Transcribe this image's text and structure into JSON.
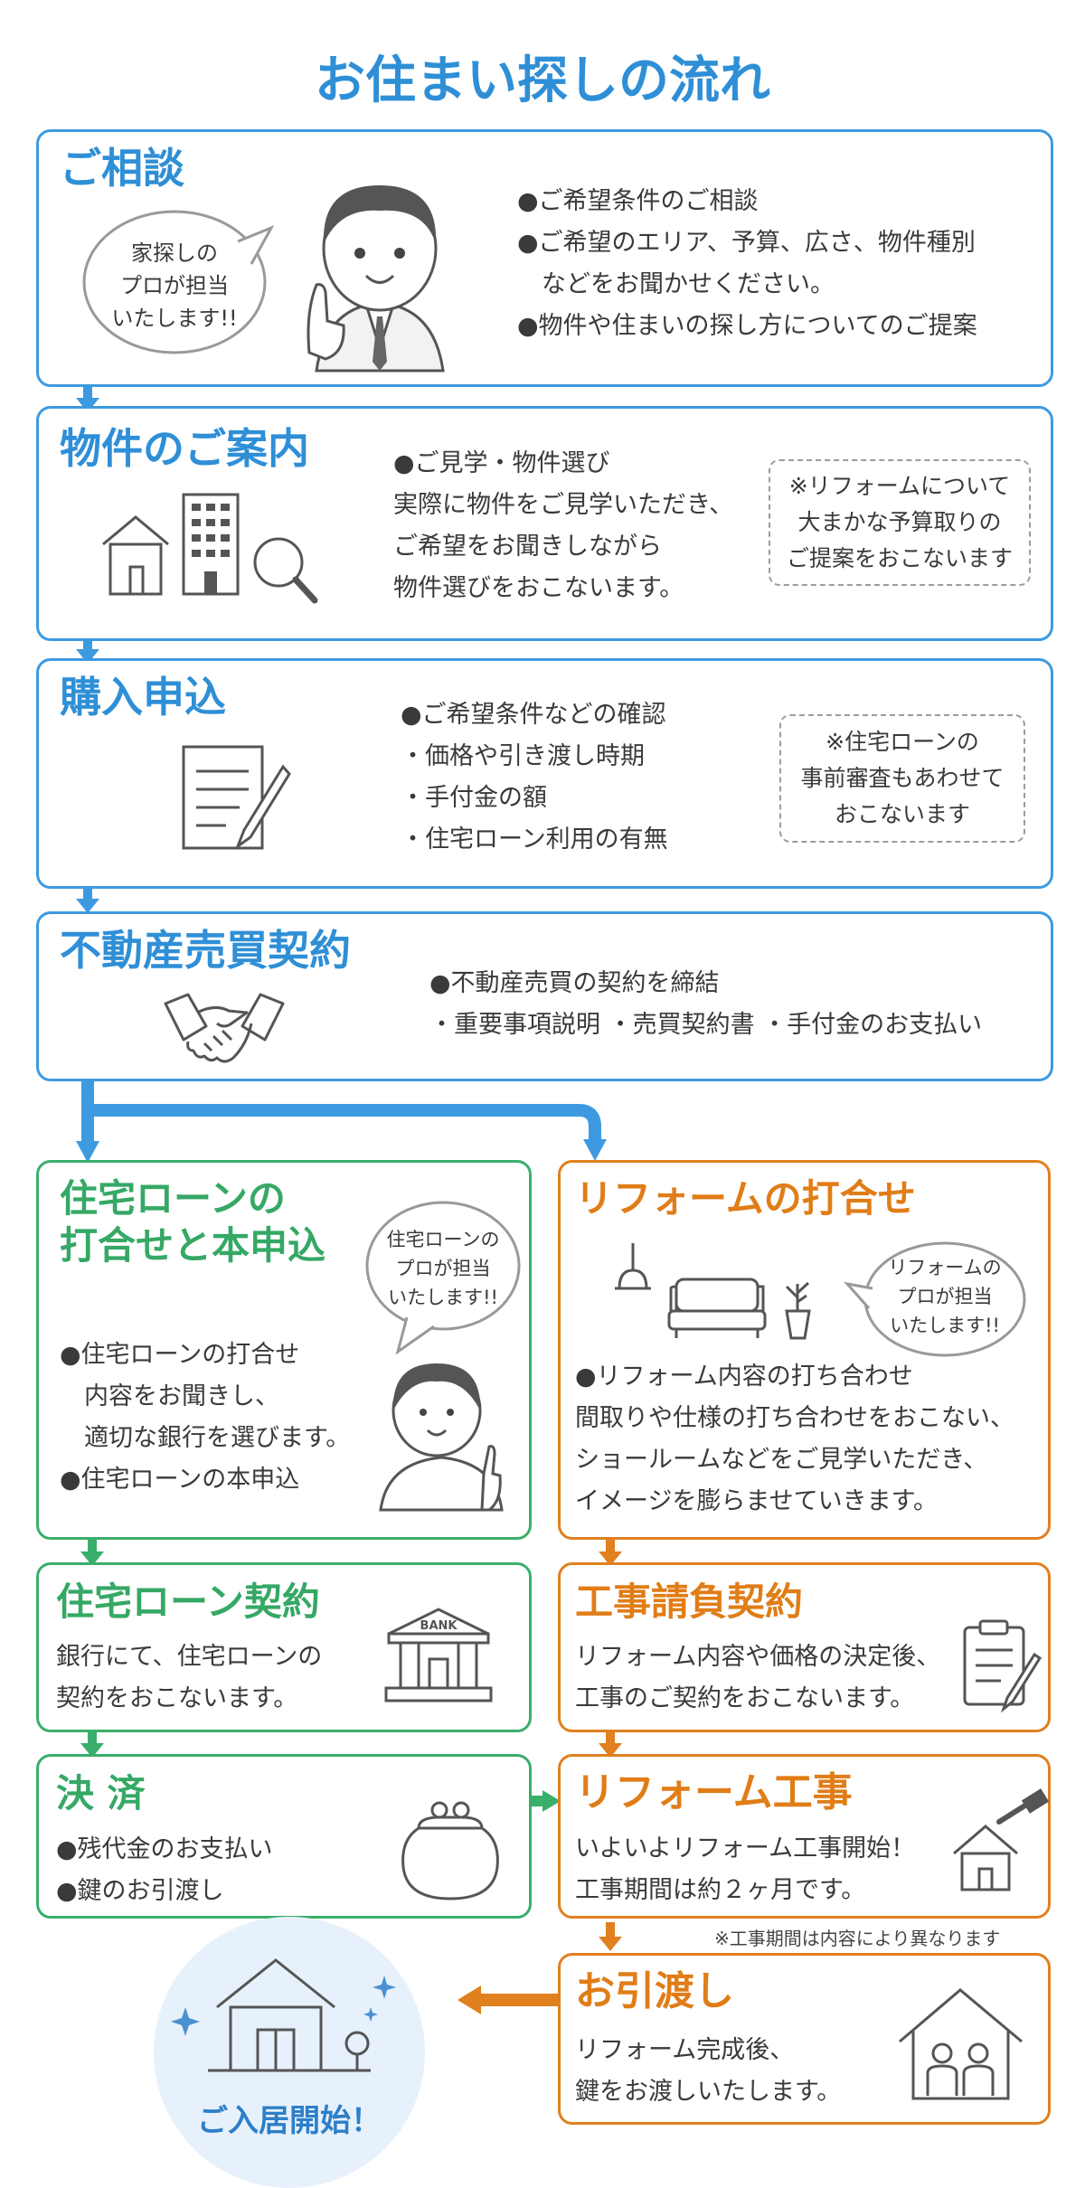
{
  "title": "お住まい探しの流れ",
  "colors": {
    "blue": "#3d9ae0",
    "green": "#3aae6b",
    "orange": "#e0801f"
  },
  "consult": {
    "title": "ご相談",
    "bubble": [
      "家探しの",
      "プロが担当",
      "いたします!!"
    ],
    "lines": [
      "●ご希望条件のご相談",
      "●ご希望のエリア、予算、広さ、物件種別",
      "　などをお聞かせください。",
      "●物件や住まいの探し方についてのご提案"
    ],
    "icon": "consultant-man-icon"
  },
  "guide": {
    "title": "物件のご案内",
    "lines": [
      "●ご見学・物件選び",
      "実際に物件をご見学いただき、",
      "ご希望をお聞きしながら",
      "物件選びをおこないます。"
    ],
    "note": [
      "※リフォームについて",
      "大まかな予算取りの",
      "ご提案をおこないます"
    ],
    "icon": "house-building-search-icon"
  },
  "apply": {
    "title": "購入申込",
    "lines": [
      "●ご希望条件などの確認",
      "・価格や引き渡し時期",
      "・手付金の額",
      "・住宅ローン利用の有無"
    ],
    "note": [
      "※住宅ローンの",
      "事前審査もあわせて",
      "おこないます"
    ],
    "icon": "document-pen-icon"
  },
  "contract": {
    "title": "不動産売買契約",
    "lines": [
      "●不動産売買の契約を締結",
      "・重要事項説明 ・売買契約書 ・手付金のお支払い"
    ],
    "icon": "handshake-icon"
  },
  "loan_meeting": {
    "title": [
      "住宅ローンの",
      "打合せと本申込"
    ],
    "bubble": [
      "住宅ローンの",
      "プロが担当",
      "いたします!!"
    ],
    "lines": [
      "●住宅ローンの打合せ",
      "　内容をお聞きし、",
      "　適切な銀行を選びます。",
      "●住宅ローンの本申込"
    ],
    "icon": "loan-advisor-woman-icon"
  },
  "reform_meeting": {
    "title": "リフォームの打合せ",
    "bubble": [
      "リフォームの",
      "プロが担当",
      "いたします!!"
    ],
    "lines": [
      "●リフォーム内容の打ち合わせ",
      "間取りや仕様の打ち合わせをおこない、",
      "ショールームなどをご見学いただき、",
      "イメージを膨らませていきます。"
    ],
    "icon": "lamp-sofa-plant-icon"
  },
  "loan_contract": {
    "title": "住宅ローン契約",
    "lines": [
      "銀行にて、住宅ローンの",
      "契約をおこないます。"
    ],
    "bank_label": "BANK",
    "icon": "bank-icon"
  },
  "construction_contract": {
    "title": "工事請負契約",
    "lines": [
      "リフォーム内容や価格の決定後、",
      "工事のご契約をおこないます。"
    ],
    "icon": "clipboard-pen-icon"
  },
  "settlement": {
    "title": "決 済",
    "lines": [
      "●残代金のお支払い",
      "●鍵のお引渡し"
    ],
    "icon": "coin-purse-icon"
  },
  "reform_work": {
    "title": "リフォーム工事",
    "lines": [
      "いよいよリフォーム工事開始！",
      "工事期間は約２ヶ月です。"
    ],
    "footnote": "※工事期間は内容により異なります",
    "icon": "house-hammer-icon"
  },
  "handover": {
    "title": "お引渡し",
    "lines": [
      "リフォーム完成後、",
      "鍵をお渡しいたします。"
    ],
    "icon": "family-house-icon"
  },
  "move_in": {
    "label": "ご入居開始！",
    "icon": "new-house-sparkle-icon"
  }
}
